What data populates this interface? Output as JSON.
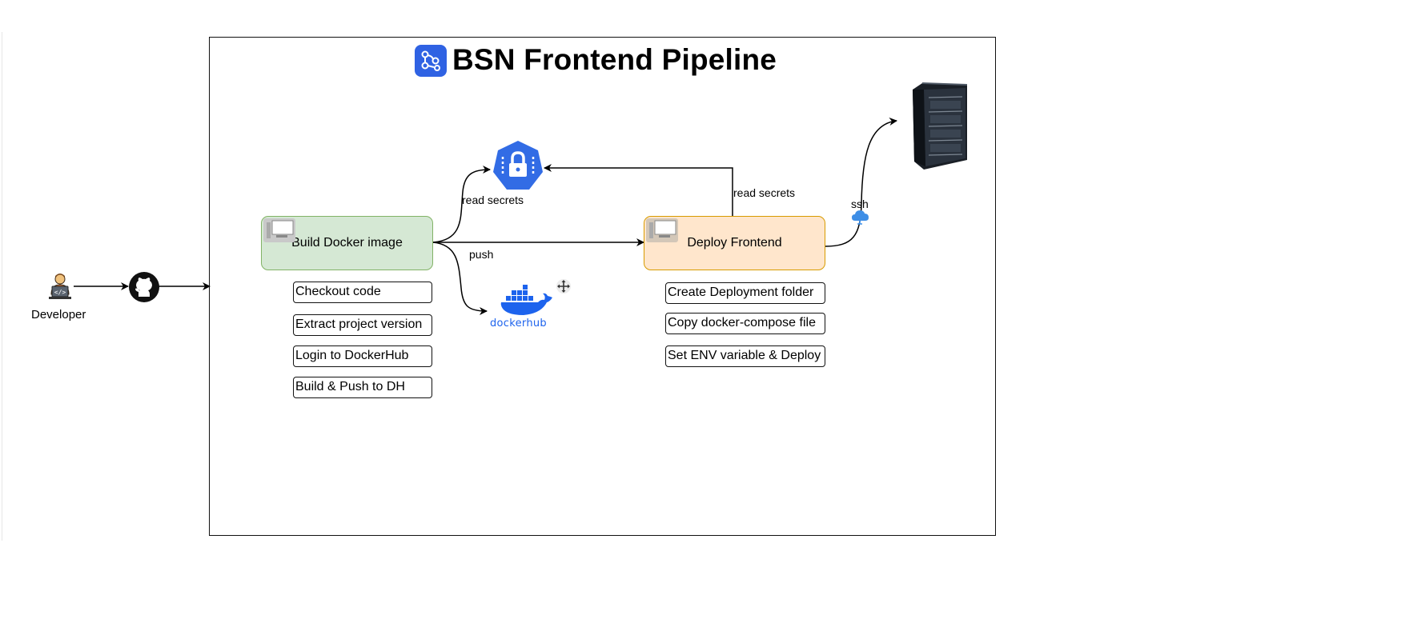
{
  "diagram": {
    "title": "BSN Frontend Pipeline",
    "actor": {
      "label": "Developer"
    },
    "jobs": {
      "build": {
        "label": "Build Docker image",
        "steps": [
          "Checkout code",
          "Extract project version",
          "Login to DockerHub",
          "Build & Push to DH"
        ]
      },
      "deploy": {
        "label": "Deploy Frontend",
        "steps": [
          "Create Deployment folder",
          "Copy docker-compose file",
          "Set ENV variable & Deploy"
        ]
      }
    },
    "edges": {
      "build_secrets": "read secrets",
      "deploy_secrets": "read secrets",
      "push": "push",
      "ssh": "ssh"
    },
    "logos": {
      "dockerhub": "dockerhub"
    },
    "icons": [
      "developer-icon",
      "github-icon",
      "github-actions-icon",
      "secrets-lock-icon",
      "dockerhub-icon",
      "server-rack-icon",
      "ssh-cloud-icon",
      "move-cursor-icon",
      "monitor-icon"
    ],
    "colors": {
      "build_fill": "#d5e8d4",
      "build_border": "#82b366",
      "deploy_fill": "#ffe6cc",
      "deploy_border": "#d79b00",
      "secrets_blue": "#326ce5",
      "docker_blue": "#1d63ed",
      "actions_blue": "#2f62e3"
    }
  }
}
